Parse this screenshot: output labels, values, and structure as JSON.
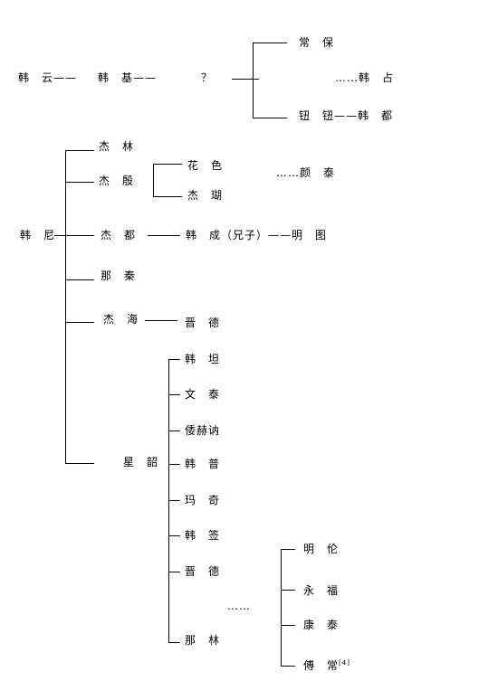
{
  "top": {
    "han_yun": "韩　云——",
    "han_ji": "韩　基——",
    "unknown": "？",
    "chang_bao": "常　保",
    "han_zhan": "……韩　占",
    "niu_niu": "钮　钮——韩　都"
  },
  "han_ni": {
    "name": "韩　尼",
    "jie_lin": "杰　林",
    "jie_yin": "杰　殷",
    "hua_se": "花　色",
    "jie_hu": "杰　瑚",
    "yan_tai": "……颜　泰",
    "jie_du": "杰　都",
    "han_cheng": "韩　成（兄子）——明　图",
    "na_qin": "那　秦",
    "jie_hai": "杰　海",
    "jin_de_1": "晋　德",
    "xing_shao": "星　韶",
    "children": {
      "han_tan": "韩　坦",
      "wen_tai": "文　泰",
      "wei_he_na": "倭赫讷",
      "han_pu": "韩　普",
      "ma_qi": "玛　奇",
      "han_qian": "韩　签",
      "jin_de_2": "晋　德",
      "ellipsis": "……",
      "na_lin": "那　林"
    },
    "grandchildren": {
      "ming_lun": "明　伦",
      "yong_fu": "永　福",
      "kang_tai": "康　泰",
      "fu_chang": "傅　常",
      "note": "[4]"
    }
  }
}
